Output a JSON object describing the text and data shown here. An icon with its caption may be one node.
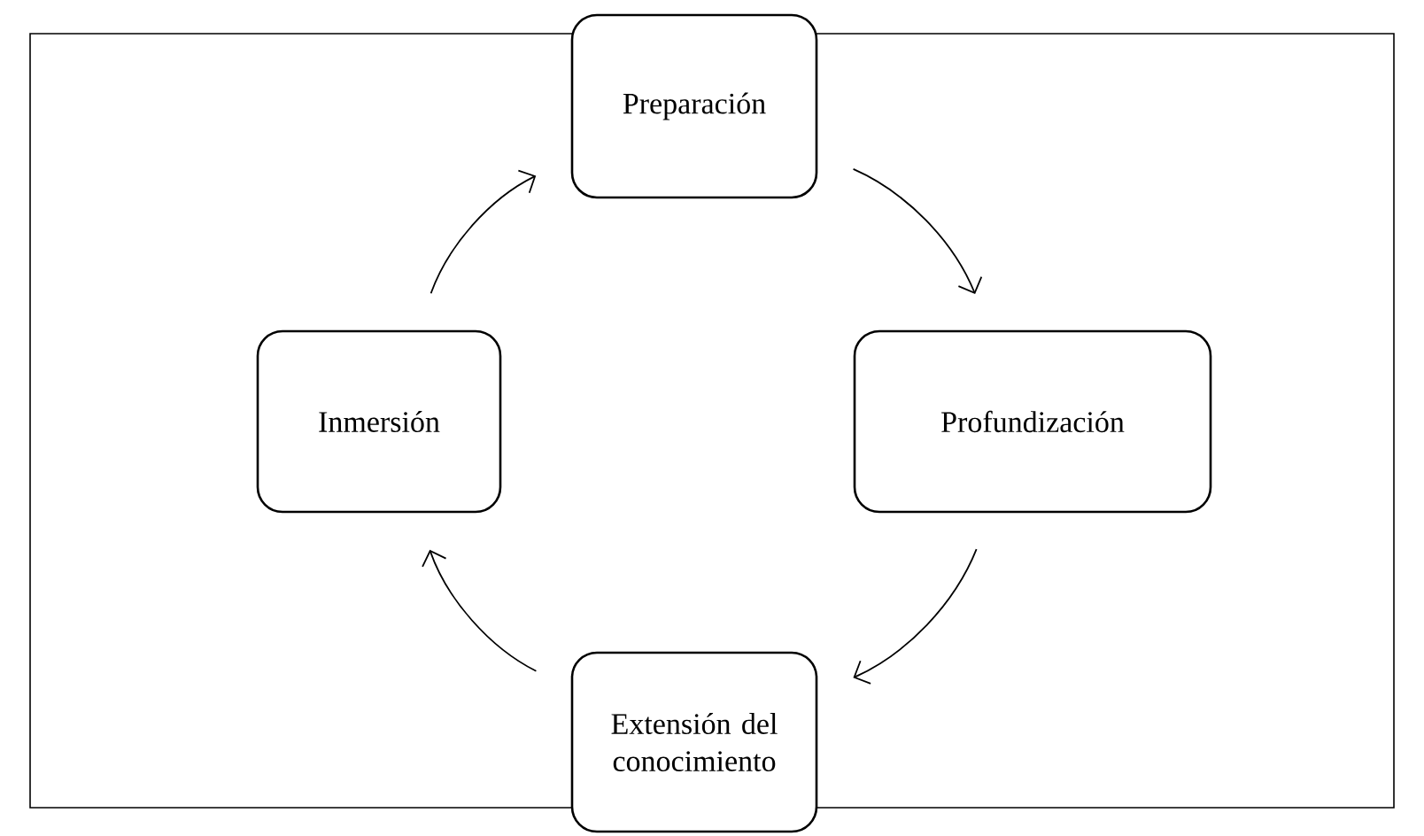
{
  "diagram": {
    "nodes": [
      {
        "text": [
          "Preparación"
        ]
      },
      {
        "text": [
          "Inmersión"
        ]
      },
      {
        "text": [
          "Profundización"
        ]
      },
      {
        "text": [
          "Extensión del conocimiento"
        ]
      }
    ],
    "edges": [
      {
        "from": 0,
        "to": 2,
        "arrow": "to"
      },
      {
        "from": 2,
        "to": 3,
        "arrow": "to"
      },
      {
        "from": 3,
        "to": 1,
        "arrow": "to"
      },
      {
        "from": 1,
        "to": 0,
        "arrow": "to"
      }
    ]
  }
}
